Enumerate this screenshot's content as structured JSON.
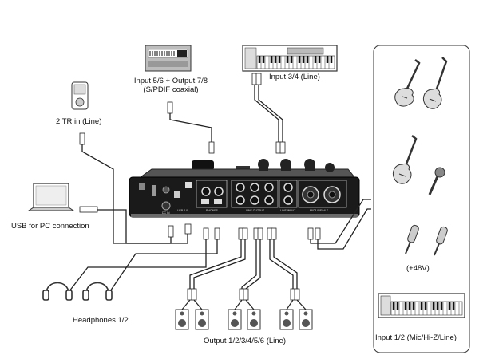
{
  "labels": {
    "spdif_line1": "Input 5/6 + Output 7/8",
    "spdif_line2": "(S/PDIF coaxial)",
    "input_34": "Input 3/4 (Line)",
    "tr_in": "2 TR in (Line)",
    "usb": "USB for PC connection",
    "headphones": "Headphones 1/2",
    "outputs": "Output 1/2/3/4/5/6 (Line)",
    "phantom": "(+48V)",
    "input_12": "Input 1/2 (Mic/Hi-Z/Line)"
  },
  "panel": {
    "usb_label": "USB 2.0",
    "dc_label": "DC IN",
    "phones_label": "PHONES",
    "line_output_label": "LINE OUTPUT",
    "line_input_label": "LINE INPUT",
    "mic_line_label": "MIC/LINE/HI-Z"
  },
  "colors": {
    "cable": "#222222",
    "panel": "#1a1a1a",
    "device_gray": "#bdbdbd"
  }
}
